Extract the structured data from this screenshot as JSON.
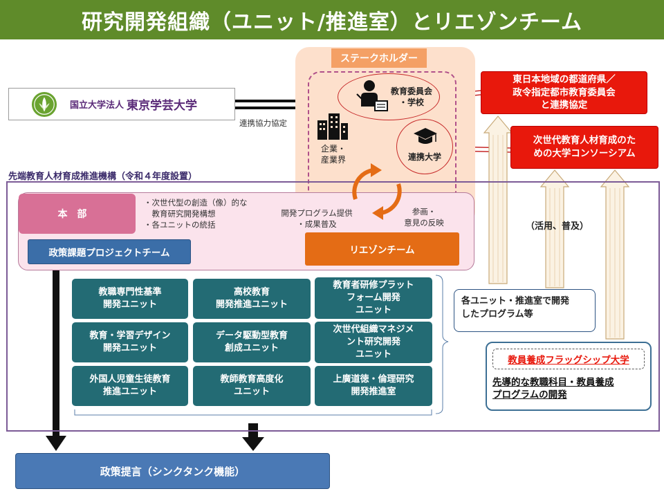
{
  "title": "研究開発組織（ユニット/推進室）とリエゾンチーム",
  "university": {
    "prefix": "国立大学法人",
    "name": "東京学芸大学",
    "agreement_label": "連携協力協定"
  },
  "stakeholders": {
    "label": "ステークホルダー",
    "board": "教育委員会\n・学校",
    "companies": "企業・\n産業界",
    "partner_univ": "連携大学"
  },
  "partners": {
    "east_japan": "東日本地域の都道府県／\n政令指定都市教育委員会\nと連携協定",
    "consortium": "次世代教育人材育成のた\nめの大学コンソーシアム"
  },
  "organization": {
    "label": "先端教育人材育成推進機構（令和４年度設置）",
    "hq_label": "本部",
    "hq_notes": "・次世代型の創造（像）的な\n　教育研究開発構想\n・各ユニットの統括",
    "flow_left": "開発プログラム提供\n・成果普及",
    "flow_right": "参画・\n意見の反映",
    "policy_team": "政策課題プロジェクトチーム",
    "liaison_team": "リエゾンチーム",
    "units": [
      "教職専門性基準\n開発ユニット",
      "高校教育\n開発推進ユニット",
      "教育者研修プラット\nフォーム開発\nユニット",
      "教育・学習デザイン\n開発ユニット",
      "データ駆動型教育\n創成ユニット",
      "次世代組織マネジメ\nント研究開発\nユニット",
      "外国人児童生徒教育\n推進ユニット",
      "教師教育高度化\nユニット",
      "上廣道徳・倫理研究\n開発推進室"
    ]
  },
  "outputs": {
    "utilization": "（活用、普及）",
    "programs": "各ユニット・推進室で開発\nしたプログラム等",
    "flagship": "教員養成フラッグシップ大学",
    "flagship_desc": "先導的な教職科目・教員養成\nプログラムの開発"
  },
  "policy_proposal": "政策提言（シンクタンク機能）",
  "colors": {
    "title_bg": "#5f8b2a",
    "unit_bg": "#236b74",
    "red": "#e8180c",
    "orange": "#e46c15",
    "blue": "#3b6ea8",
    "pink": "#d87096",
    "stake_bg": "#fde0cc"
  }
}
